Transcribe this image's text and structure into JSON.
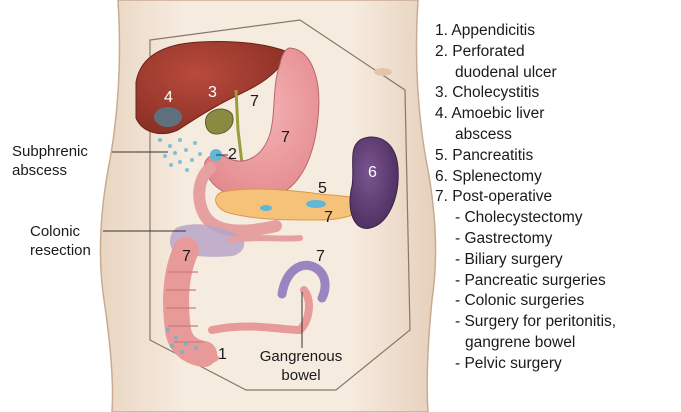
{
  "diagram": {
    "region_numbers": {
      "liver_abscess": "4",
      "gallbladder": "3",
      "biliary": "7",
      "stomach": "7",
      "duodenum": "2",
      "spleen": "6",
      "pancreas": "5",
      "pancreas_post": "7",
      "colon": "7",
      "bowel": "7",
      "appendix": "1"
    },
    "callouts": {
      "subphrenic": [
        "Subphrenic",
        "abscess"
      ],
      "colonic": [
        "Colonic",
        "resection"
      ],
      "gangrenous": [
        "Gangrenous",
        "bowel"
      ]
    }
  },
  "legend": {
    "items": [
      "1. Appendicitis",
      "2. Perforated",
      "duodenal ulcer",
      "3. Cholecystitis",
      "4. Amoebic liver",
      "abscess",
      "5. Pancreatitis",
      "6. Splenectomy",
      "7. Post-operative"
    ],
    "subitems": [
      "- Cholecystectomy",
      "- Gastrectomy",
      "- Biliary surgery",
      "- Pancreatic surgeries",
      "- Colonic surgeries",
      "- Surgery for peritonitis,",
      "gangrene bowel",
      "- Pelvic surgery"
    ]
  },
  "colors": {
    "skin": "#f4e7d8",
    "liver": "#9e3a2e",
    "stomach": "#ef9da2",
    "pancreas": "#f6c27a",
    "spleen": "#5a3a6e",
    "colon": "#e89a98",
    "abscess": "#5fb8d8"
  }
}
